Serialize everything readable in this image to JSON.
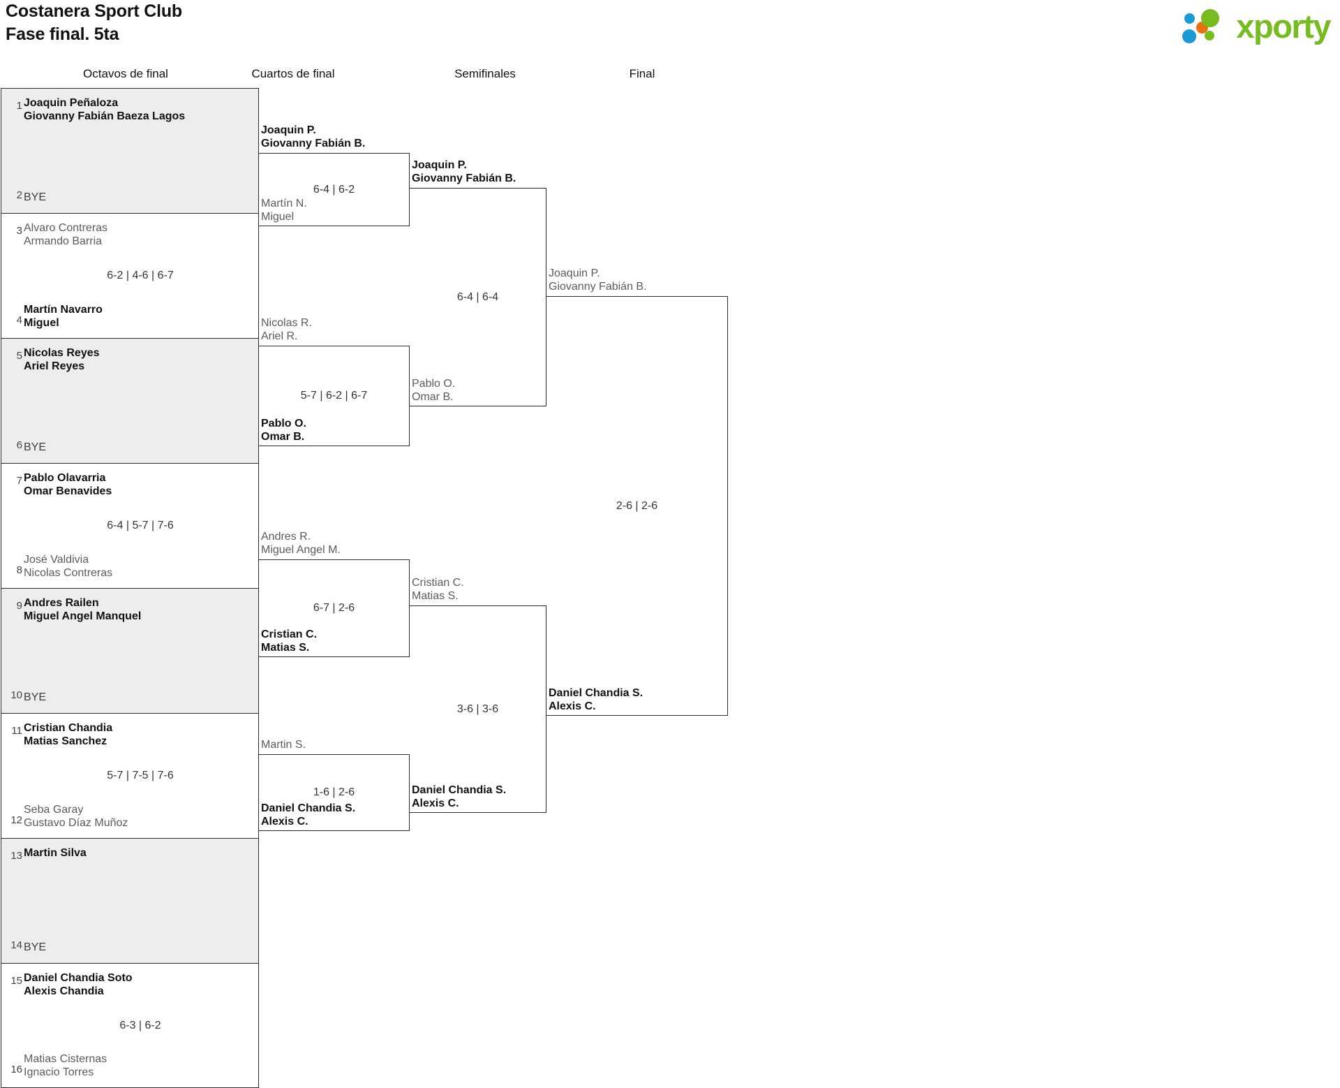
{
  "header": {
    "title_line1": "Costanera Sport Club",
    "title_line2": "Fase final. 5ta",
    "brand": "xporty"
  },
  "rounds": [
    {
      "key": "r16",
      "label": "Octavos de final"
    },
    {
      "key": "qf",
      "label": "Cuartos de final"
    },
    {
      "key": "sf",
      "label": "Semifinales"
    },
    {
      "key": "f",
      "label": "Final"
    }
  ],
  "round1": {
    "matches": [
      {
        "shaded": true,
        "top": {
          "seed": "1",
          "lines": [
            "Joaquin Peñaloza",
            "Giovanny Fabián Baeza Lagos"
          ],
          "winner": true
        },
        "bottom": {
          "seed": "2",
          "lines": [
            "BYE"
          ],
          "winner": false,
          "bye": true
        },
        "score": ""
      },
      {
        "shaded": false,
        "top": {
          "seed": "3",
          "lines": [
            "Alvaro Contreras",
            "Armando Barria"
          ],
          "winner": false
        },
        "bottom": {
          "seed": "4",
          "lines": [
            "Martín Navarro",
            "Miguel"
          ],
          "winner": true
        },
        "score": "6-2 | 4-6 | 6-7"
      },
      {
        "shaded": true,
        "top": {
          "seed": "5",
          "lines": [
            "Nicolas Reyes",
            "Ariel Reyes"
          ],
          "winner": true
        },
        "bottom": {
          "seed": "6",
          "lines": [
            "BYE"
          ],
          "winner": false,
          "bye": true
        },
        "score": ""
      },
      {
        "shaded": false,
        "top": {
          "seed": "7",
          "lines": [
            "Pablo Olavarria",
            "Omar Benavides"
          ],
          "winner": true
        },
        "bottom": {
          "seed": "8",
          "lines": [
            "José Valdivia",
            "Nicolas Contreras"
          ],
          "winner": false
        },
        "score": "6-4 | 5-7 | 7-6"
      },
      {
        "shaded": true,
        "top": {
          "seed": "9",
          "lines": [
            "Andres Railen",
            "Miguel Angel Manquel"
          ],
          "winner": true
        },
        "bottom": {
          "seed": "10",
          "lines": [
            "BYE"
          ],
          "winner": false,
          "bye": true
        },
        "score": ""
      },
      {
        "shaded": false,
        "top": {
          "seed": "11",
          "lines": [
            "Cristian Chandia",
            "Matias Sanchez"
          ],
          "winner": true
        },
        "bottom": {
          "seed": "12",
          "lines": [
            "Seba Garay",
            "Gustavo Díaz Muñoz"
          ],
          "winner": false
        },
        "score": "5-7 | 7-5 | 7-6"
      },
      {
        "shaded": true,
        "top": {
          "seed": "13",
          "lines": [
            "Martin Silva"
          ],
          "winner": true
        },
        "bottom": {
          "seed": "14",
          "lines": [
            "BYE"
          ],
          "winner": false,
          "bye": true
        },
        "score": ""
      },
      {
        "shaded": false,
        "top": {
          "seed": "15",
          "lines": [
            "Daniel Chandia Soto",
            "Alexis Chandia"
          ],
          "winner": true
        },
        "bottom": {
          "seed": "16",
          "lines": [
            "Matias Cisternas",
            "Ignacio Torres"
          ],
          "winner": false
        },
        "score": "6-3 | 6-2"
      }
    ]
  },
  "quarterfinals": [
    {
      "top": {
        "lines": [
          "Joaquin P.",
          "Giovanny Fabián B."
        ],
        "winner": true
      },
      "bottom": {
        "lines": [
          "Martín N.",
          "Miguel"
        ],
        "winner": false
      },
      "score": "6-4 | 6-2"
    },
    {
      "top": {
        "lines": [
          "Nicolas R.",
          "Ariel R."
        ],
        "winner": false
      },
      "bottom": {
        "lines": [
          "Pablo O.",
          "Omar B."
        ],
        "winner": true
      },
      "score": "5-7 | 6-2 | 6-7"
    },
    {
      "top": {
        "lines": [
          "Andres R.",
          "Miguel Angel M."
        ],
        "winner": false
      },
      "bottom": {
        "lines": [
          "Cristian C.",
          "Matias S."
        ],
        "winner": true
      },
      "score": "6-7 | 2-6"
    },
    {
      "top": {
        "lines": [
          "Martin S."
        ],
        "winner": false
      },
      "bottom": {
        "lines": [
          "Daniel Chandia S.",
          "Alexis C."
        ],
        "winner": true
      },
      "score": "1-6 | 2-6"
    }
  ],
  "semifinals": [
    {
      "top": {
        "lines": [
          "Joaquin P.",
          "Giovanny Fabián B."
        ],
        "winner": true
      },
      "bottom": {
        "lines": [
          "Pablo O.",
          "Omar B."
        ],
        "winner": false
      },
      "score": "6-4 | 6-4"
    },
    {
      "top": {
        "lines": [
          "Cristian C.",
          "Matias S."
        ],
        "winner": false
      },
      "bottom": {
        "lines": [
          "Daniel Chandia S.",
          "Alexis C."
        ],
        "winner": true
      },
      "score": "3-6 | 3-6"
    }
  ],
  "final": [
    {
      "top": {
        "lines": [
          "Joaquin P.",
          "Giovanny Fabián B."
        ],
        "winner": false
      },
      "bottom": {
        "lines": [
          "Daniel Chandia S.",
          "Alexis C."
        ],
        "winner": true
      },
      "score": "2-6 | 2-6"
    }
  ],
  "colors": {
    "brand_green": "#76bc21",
    "brand_blue": "#1a9bd7",
    "brand_orange": "#e8700f",
    "row_shade": "#ededed",
    "line": "#2b2b2b"
  }
}
